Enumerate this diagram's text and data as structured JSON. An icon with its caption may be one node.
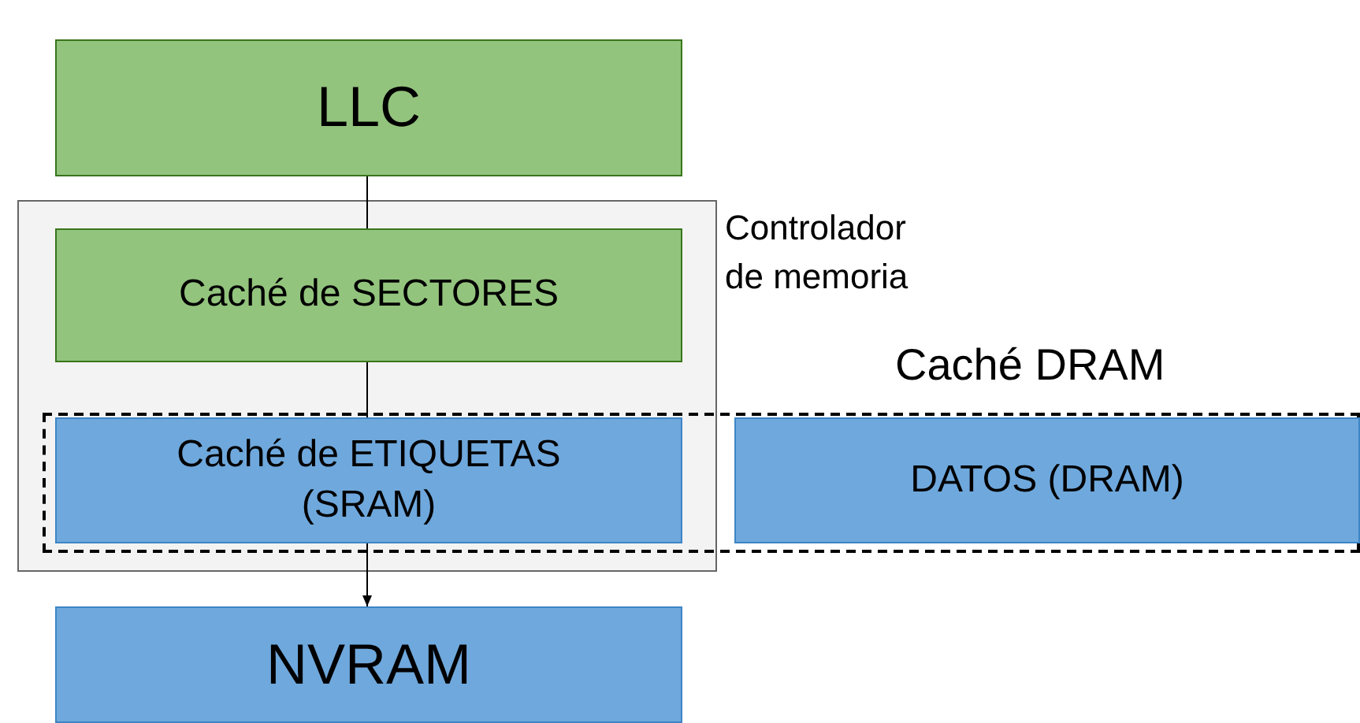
{
  "diagram": {
    "nodes": [
      {
        "text": [
          "LLC"
        ]
      },
      {
        "text": [
          "Controlador de memoria"
        ]
      },
      {
        "text": [
          "Caché de SECTORES"
        ],
        "in": 1
      },
      {
        "text": [
          "Caché DRAM"
        ]
      },
      {
        "text": [
          "Caché de ETIQUETAS (SRAM)"
        ]
      },
      {
        "text": [
          "DATOS (DRAM)"
        ],
        "in": 3
      },
      {
        "text": [
          "NVRAM"
        ]
      }
    ],
    "edges": [
      {
        "from": 0,
        "to": 2,
        "arrow": "none"
      },
      {
        "from": 2,
        "to": 4,
        "arrow": "none"
      },
      {
        "from": 4,
        "to": 6,
        "arrow": "to"
      }
    ]
  }
}
